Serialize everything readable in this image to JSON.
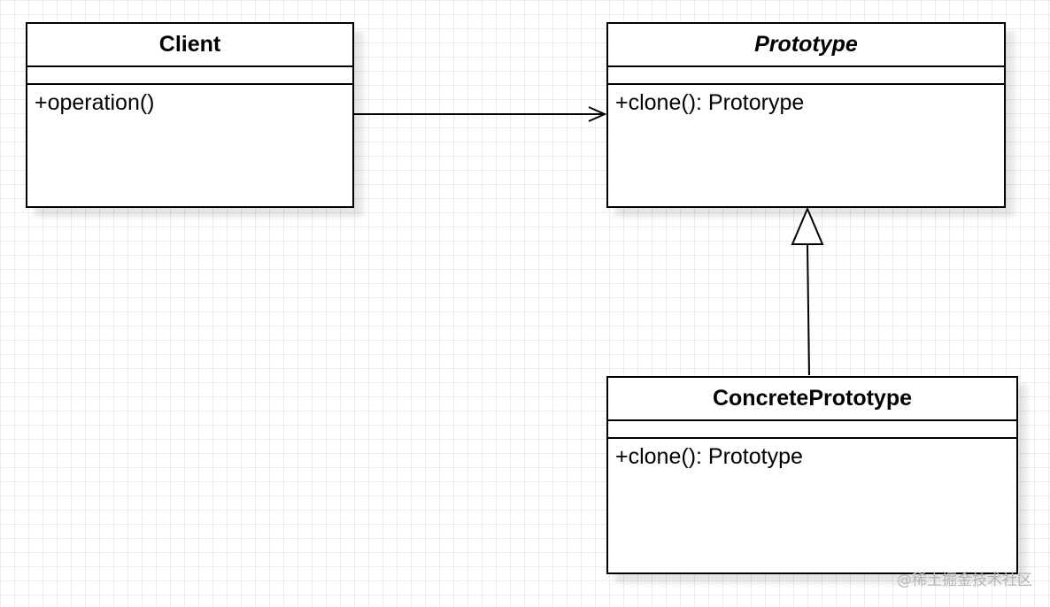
{
  "diagram": {
    "classes": {
      "client": {
        "name": "Client",
        "operations": [
          "+operation()"
        ]
      },
      "prototype": {
        "name": "Prototype",
        "abstract": true,
        "operations": [
          "+clone(): Protorype"
        ]
      },
      "concrete_prototype": {
        "name": "ConcretePrototype",
        "operations": [
          "+clone(): Prototype"
        ]
      }
    },
    "relationships": [
      {
        "type": "association",
        "from": "Client",
        "to": "Prototype"
      },
      {
        "type": "generalization",
        "from": "ConcretePrototype",
        "to": "Prototype"
      }
    ]
  },
  "watermark": "@稀土掘金技术社区",
  "colors": {
    "line": "#000000",
    "box_fill": "#ffffff",
    "grid": "#ececec",
    "watermark": "#b5b5b5"
  }
}
